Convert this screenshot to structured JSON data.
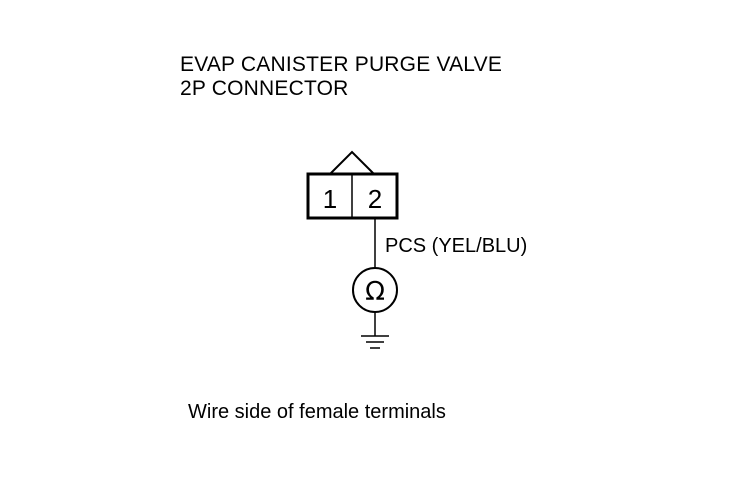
{
  "title": {
    "line1": "EVAP CANISTER PURGE VALVE",
    "line2": "2P CONNECTOR"
  },
  "connector": {
    "terminal_1": "1",
    "terminal_2": "2"
  },
  "wire_label": "PCS (YEL/BLU)",
  "meter_symbol": "Ω",
  "caption": "Wire side of female terminals",
  "icons": {
    "meter": "ohmmeter-icon",
    "ground": "ground-icon"
  },
  "colors": {
    "line": "#000000",
    "background": "#ffffff"
  }
}
